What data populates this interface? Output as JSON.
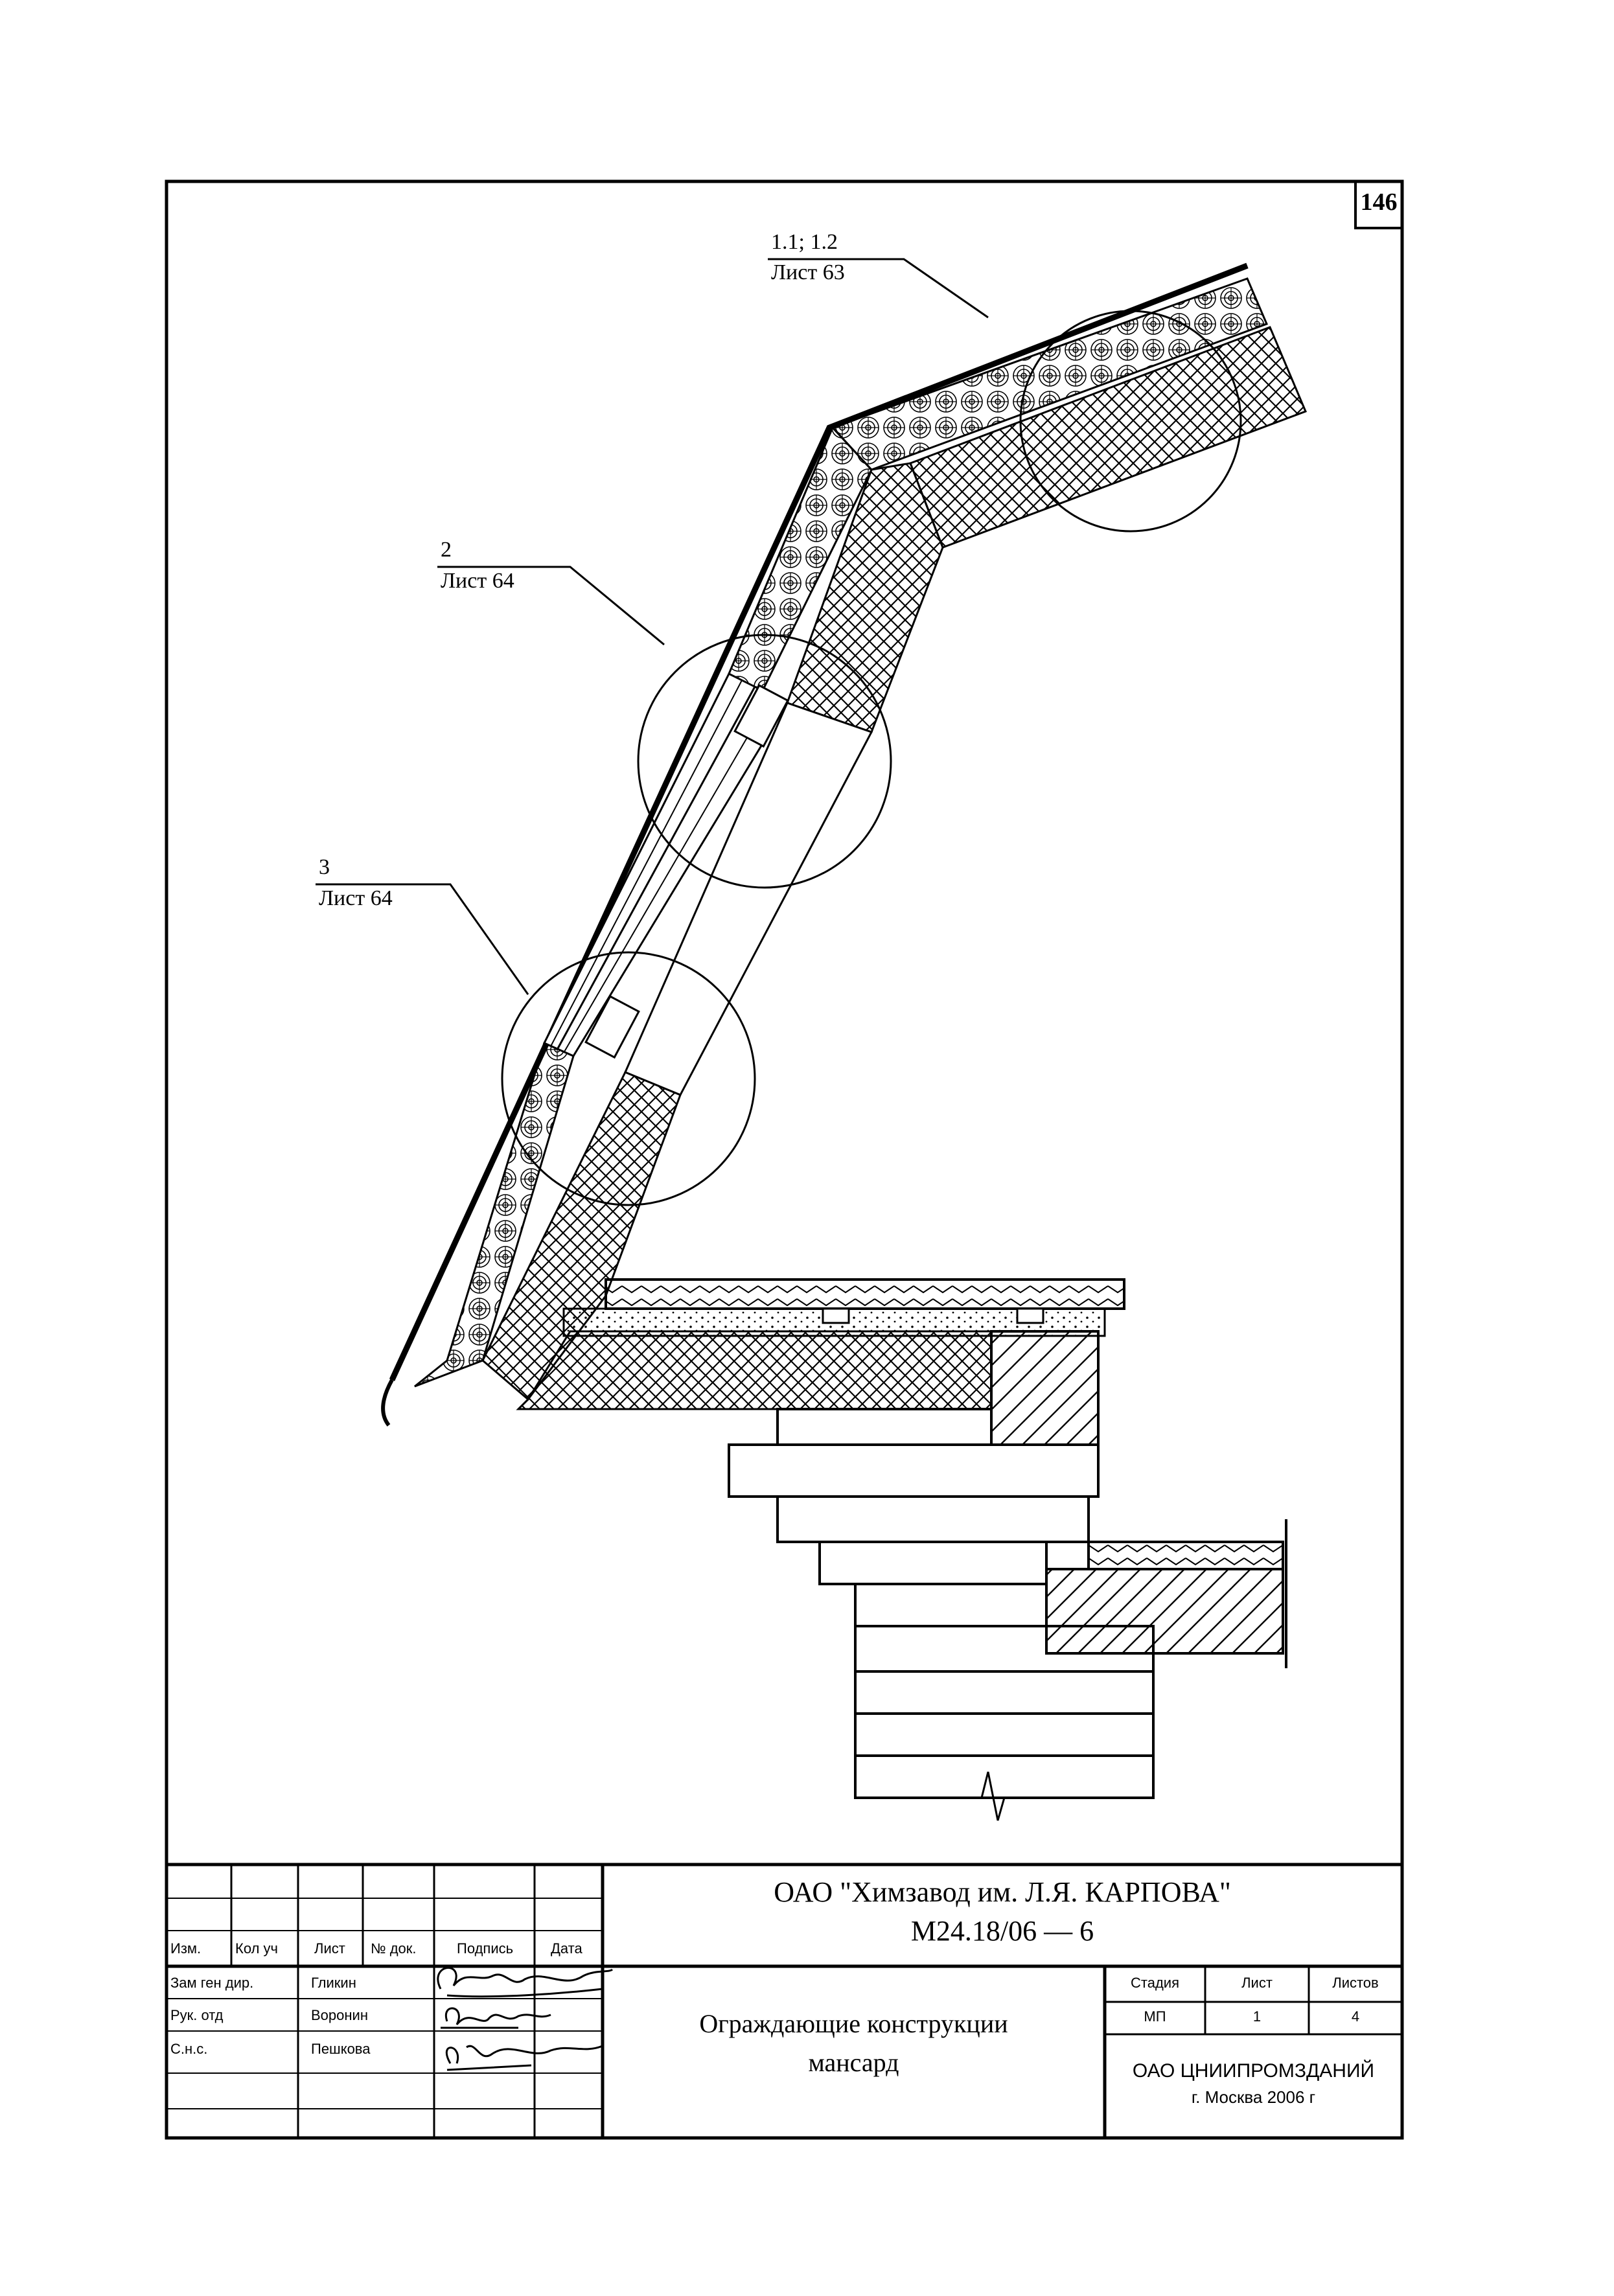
{
  "sheet_number": "146",
  "callouts": [
    {
      "ref": "1.1; 1.2",
      "sheet": "Лист 63"
    },
    {
      "ref": "2",
      "sheet": "Лист 64"
    },
    {
      "ref": "3",
      "sheet": "Лист 64"
    }
  ],
  "title_block": {
    "organization": "ОАО \"Химзавод им. Л.Я. КАРПОВА\"",
    "document_code": "М24.18/06 — 6",
    "drawing_title_line1": "Ограждающие конструкции",
    "drawing_title_line2": "мансард",
    "columns": [
      "Изм.",
      "Кол уч",
      "Лист",
      "№ док.",
      "Подпись",
      "Дата"
    ],
    "roles": [
      {
        "role": "Зам ген дир.",
        "name": "Гликин"
      },
      {
        "role": "Рук. отд",
        "name": "Воронин"
      },
      {
        "role": "С.н.с.",
        "name": "Пешкова"
      }
    ],
    "stage_header": "Стадия",
    "sheet_header": "Лист",
    "sheets_header": "Листов",
    "stage_value": "МП",
    "sheet_value": "1",
    "sheets_value": "4",
    "company": "ОАО ЦНИИПРОМЗДАНИЙ",
    "city_year": "г. Москва 2006 г"
  }
}
